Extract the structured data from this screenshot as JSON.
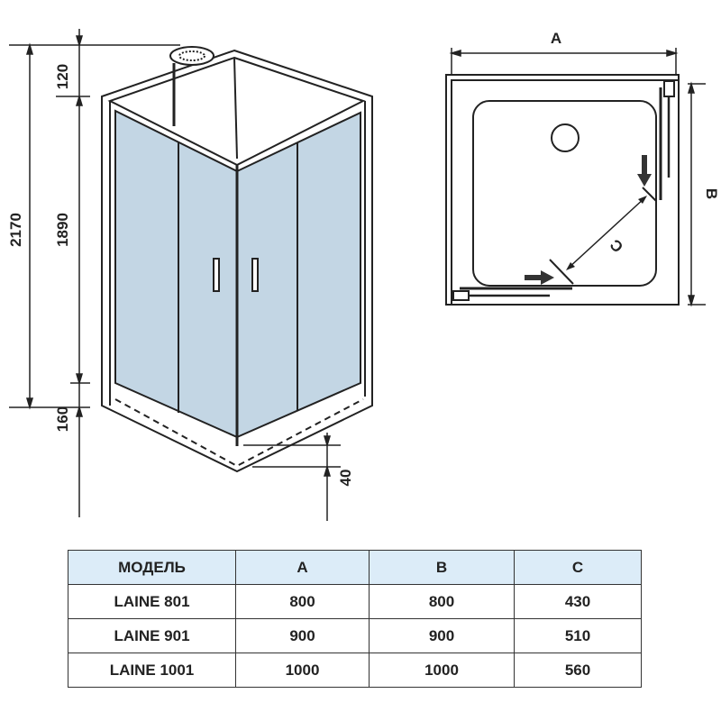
{
  "perspective_view": {
    "dimensions": {
      "total_height": "2170",
      "top_gap": "120",
      "door_height": "1890",
      "bottom_gap": "160",
      "tray_height": "40"
    }
  },
  "plan_view": {
    "labels": {
      "width": "A",
      "depth": "B",
      "entry": "C"
    }
  },
  "table": {
    "headers": [
      "МОДЕЛЬ",
      "A",
      "B",
      "C"
    ],
    "rows": [
      [
        "LAINE 801",
        "800",
        "800",
        "430"
      ],
      [
        "LAINE 901",
        "900",
        "900",
        "510"
      ],
      [
        "LAINE 1001",
        "1000",
        "1000",
        "560"
      ]
    ]
  },
  "colors": {
    "glass": "#c3d6e4",
    "header_bg": "#dcecf8",
    "line": "#222222"
  }
}
